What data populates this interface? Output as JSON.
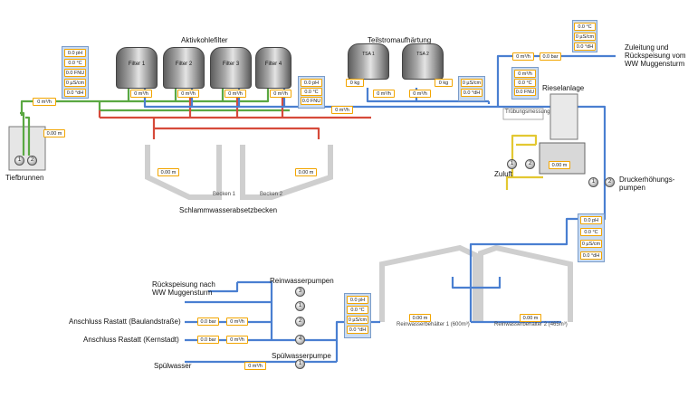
{
  "colors": {
    "pipe_blue": "#4a7fd1",
    "pipe_green": "#5aa842",
    "pipe_red": "#d64a3a",
    "pipe_yellow": "#e3c832",
    "value_border": "#f2a500",
    "panel_bg": "#c9dbf2",
    "structure_gray": "#cfcfcf"
  },
  "labels": {
    "aktivkohlefilter": "Aktivkohlefilter",
    "teilstromaufhaertung": "Teilstromaufhärtung",
    "zuleitung": "Zuleitung und\nRückspeisung vom\nWW Muggensturm",
    "rieselanlage": "Rieselanlage",
    "truebungsmessung": "Trübungsmessung",
    "zuluft": "Zuluft",
    "druckerhoehung": "Druckerhöhungs-\npumpen",
    "tiefbrunnen": "Tiefbrunnen",
    "schlammwasser": "Schlammwasserabsetzbecken",
    "becken1": "Becken 1",
    "becken2": "Becken 2",
    "reinwasserbehaelter1": "Reinwasserbehälter 1 (600m³)",
    "reinwasserbehaelter2": "Reinwasserbehälter 2 (465m³)",
    "reinwasserpumpen": "Reinwasserpumpen",
    "spuelwasserpumpe": "Spülwasserpumpe",
    "rueckspeisung": "Rückspeisung nach\nWW Muggensturm",
    "anschluss_baulandstrasse": "Anschluss Rastatt (Baulandstraße)",
    "anschluss_kernstadt": "Anschluss Rastatt (Kernstadt)",
    "spuelwasser": "Spülwasser"
  },
  "filters": [
    "Filter 1",
    "Filter 2",
    "Filter 3",
    "Filter 4"
  ],
  "tsa": [
    "TSA 1",
    "TSA 2"
  ],
  "values": {
    "q_m3h": "0 m³/h",
    "level_m": "0.00 m",
    "ph": "0.0 pH",
    "temp": "0.0 °C",
    "fnu": "0.0 FNU",
    "cond": "0 µS/cm",
    "dh": "0.0 °dH",
    "kg": "0 kg",
    "bar": "0.0 bar"
  },
  "pumps": {
    "well": [
      "1",
      "2"
    ],
    "air": [
      "1",
      "2"
    ],
    "booster": [
      "1",
      "2"
    ],
    "clean": [
      "3",
      "1",
      "2",
      "4"
    ],
    "rinse": [
      "1"
    ]
  }
}
